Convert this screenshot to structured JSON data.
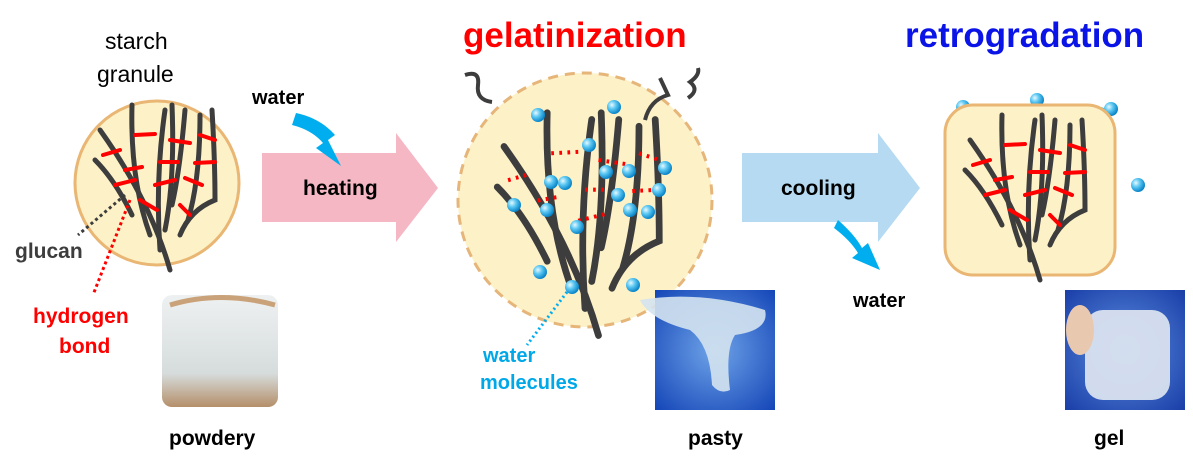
{
  "labels": {
    "starch": "starch",
    "granule": "granule",
    "water_in": "water",
    "heating": "heating",
    "glucan": "glucan",
    "hydrogen": "hydrogen",
    "bond": "bond",
    "powdery": "powdery",
    "gelatinization": "gelatinization",
    "water_molecules_1": "water",
    "water_molecules_2": "molecules",
    "pasty": "pasty",
    "cooling": "cooling",
    "water_out": "water",
    "retrogradation": "retrogradation",
    "gel": "gel"
  },
  "colors": {
    "granule_fill": "#fdf1c7",
    "granule_stroke": "#e9b673",
    "heating_arrow": "#f4b7c3",
    "cooling_arrow": "#b5daf1",
    "water_arrow": "#00aeef",
    "gelatinization": "#ff0000",
    "retrogradation": "#0a14e6",
    "glucan": "#3d3d3d",
    "hydrogen_bond": "#ff0000",
    "water_molecule": "#00a8e8"
  }
}
